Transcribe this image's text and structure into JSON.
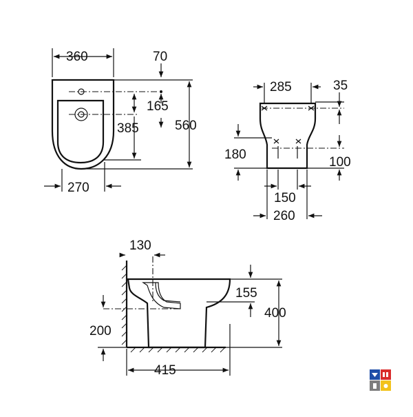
{
  "dimensions": {
    "top_view": {
      "width": "360",
      "tap_offset": "70",
      "tap_to_drain": "165",
      "drain_from_front": "385",
      "length": "560",
      "base_width": "270"
    },
    "rear_view": {
      "width": "285",
      "edge_offset": "35",
      "fixing_height": "180",
      "fixing_inset": "100",
      "fixing_spacing": "150",
      "base_width": "260"
    },
    "side_view": {
      "wall_to_drain": "130",
      "rim_depth": "155",
      "height": "400",
      "drain_height": "200",
      "projection": "415"
    }
  },
  "logo_colors": [
    "#1f4ea8",
    "#d92b2b",
    "#7d7d7d",
    "#f2c21b"
  ]
}
